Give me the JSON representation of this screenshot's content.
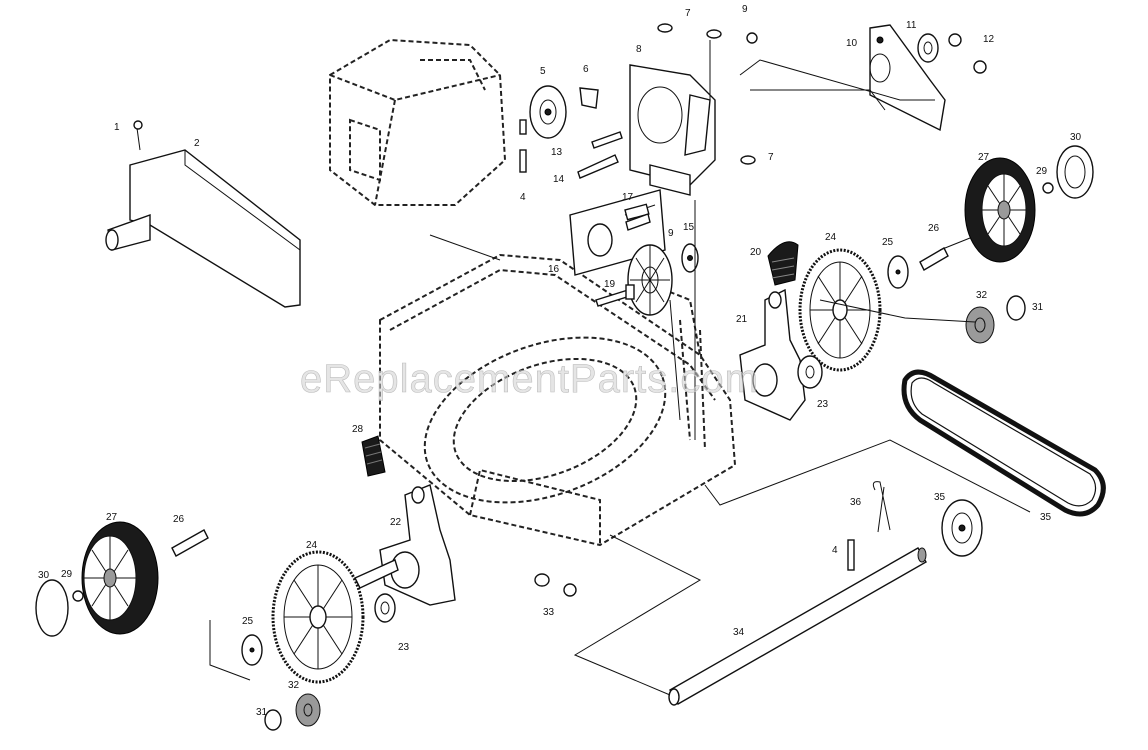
{
  "watermark": "eReplacementParts.com",
  "labels": {
    "l1": "1",
    "l2": "2",
    "l4a": "4",
    "l4b": "4",
    "l5": "5",
    "l6": "6",
    "l7a": "7",
    "l7b": "7",
    "l8": "8",
    "l9a": "9",
    "l9b": "9",
    "l10": "10",
    "l11": "11",
    "l12": "12",
    "l13": "13",
    "l14": "14",
    "l15": "15",
    "l16": "16",
    "l17": "17",
    "l19": "19",
    "l20": "20",
    "l21": "21",
    "l22": "22",
    "l23a": "23",
    "l23b": "23",
    "l24a": "24",
    "l24b": "24",
    "l25a": "25",
    "l25b": "25",
    "l26a": "26",
    "l26b": "26",
    "l27a": "27",
    "l27b": "27",
    "l28": "28",
    "l29a": "29",
    "l29b": "29",
    "l30a": "30",
    "l30b": "30",
    "l31a": "31",
    "l31b": "31",
    "l32a": "32",
    "l32b": "32",
    "l33": "33",
    "l34": "34",
    "l35a": "35",
    "l35b": "35",
    "l36": "36"
  },
  "icons": [
    "lawnmower-deck",
    "engine",
    "wheel",
    "gear",
    "drive-belt",
    "axle",
    "handle-bracket"
  ]
}
